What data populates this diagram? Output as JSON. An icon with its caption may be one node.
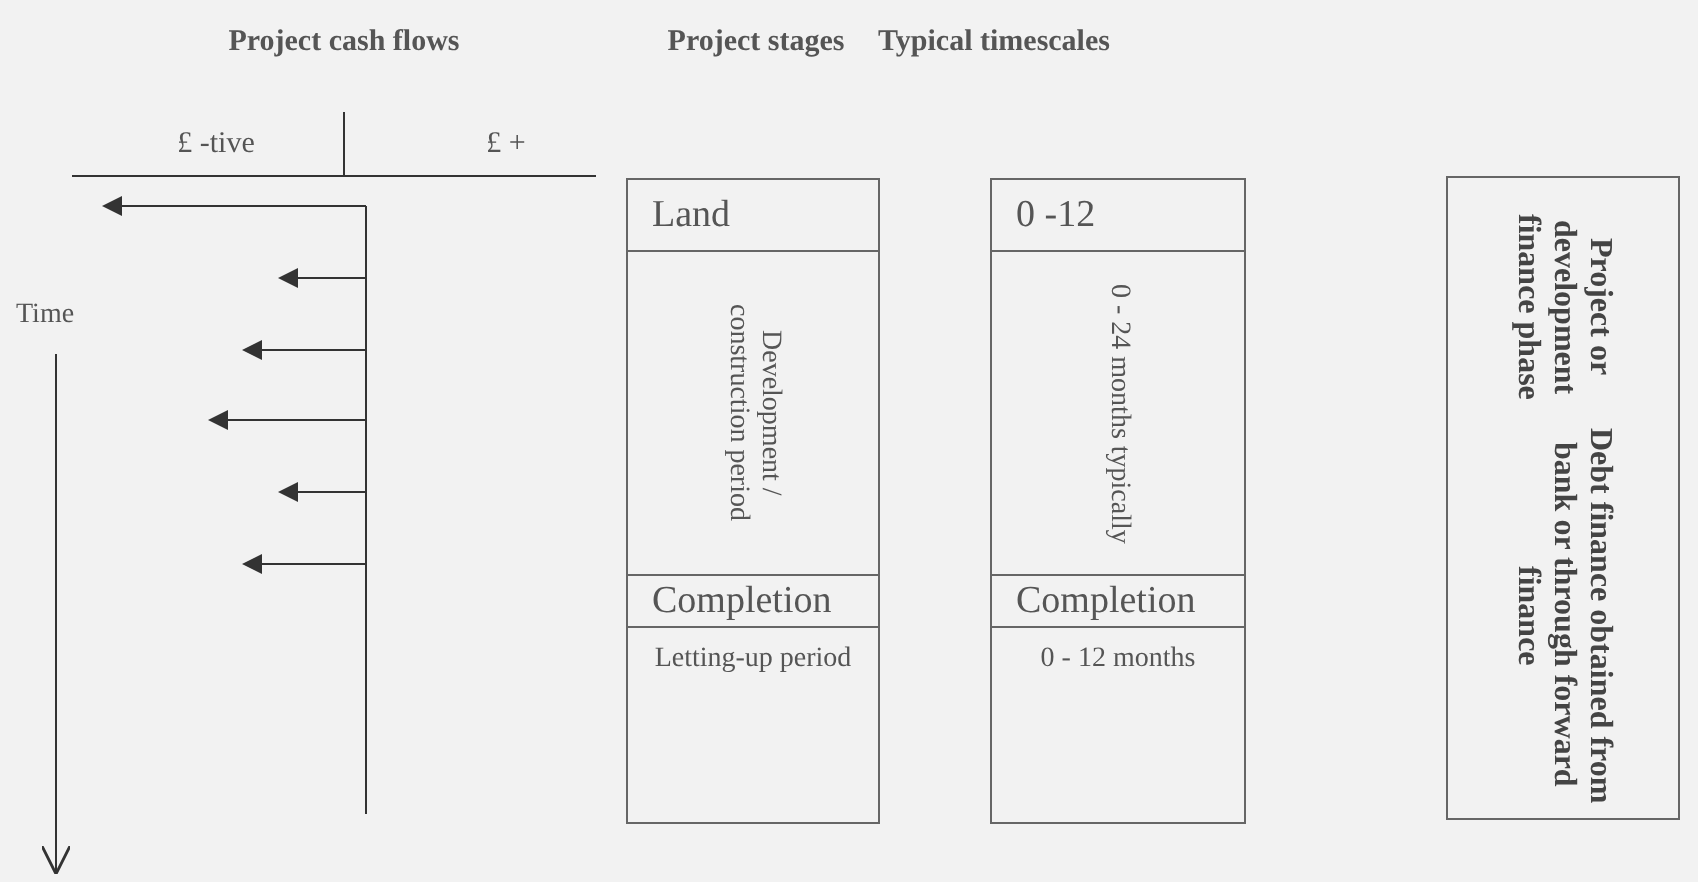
{
  "diagram": {
    "nodes": [
      {
        "text": [
          "Land"
        ]
      },
      {
        "text": [
          "Development / construction period"
        ]
      },
      {
        "text": [
          "Completion"
        ]
      },
      {
        "text": [
          "Letting-up period"
        ]
      },
      {
        "text": [
          "0 -12"
        ]
      },
      {
        "text": [
          "0 - 24 months typically"
        ]
      },
      {
        "text": [
          "Completion"
        ]
      },
      {
        "text": [
          "0 - 12 months"
        ]
      },
      {
        "text": [
          "Project or development finance phase",
          "Debt finance obtained from bank or through forward finance"
        ]
      }
    ],
    "labels": [
      "Project cash flows",
      "Project stages",
      "Typical timescales",
      "£ -tive",
      "£ +",
      "Time"
    ]
  }
}
